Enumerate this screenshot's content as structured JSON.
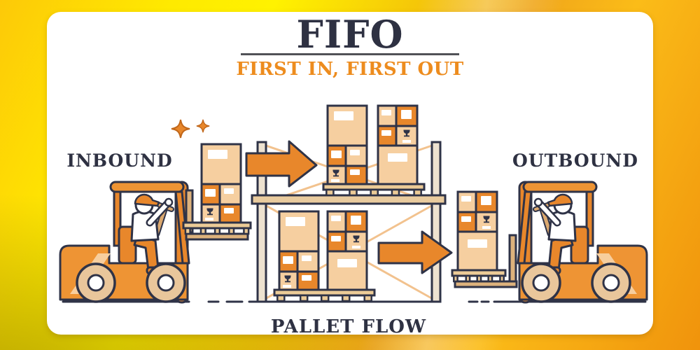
{
  "title": "FIFO",
  "subtitle": "FIRST IN, FIRST OUT",
  "labels": {
    "inbound": "INBOUND",
    "outbound": "OUTBOUND",
    "pallet_flow": "PALLET FLOW"
  },
  "colors": {
    "background_yellow": "#FFF200",
    "background_gold": "#FDC908",
    "background_orange": "#F0930C",
    "card_background": "#FFFFFF",
    "title_text": "#2E3142",
    "accent_orange": "#ED8C1E",
    "outline_navy": "#2F3347",
    "box_orange": "#E8872B",
    "box_peach": "#F6CFA0",
    "wood_tan": "#E9C69B"
  },
  "icons": {
    "sparkles": "sparkles-icon",
    "inbound_flow": "arrow-right-icon",
    "outbound_flow": "arrow-right-icon",
    "fragile_mark": "fragile-glass-icon"
  }
}
